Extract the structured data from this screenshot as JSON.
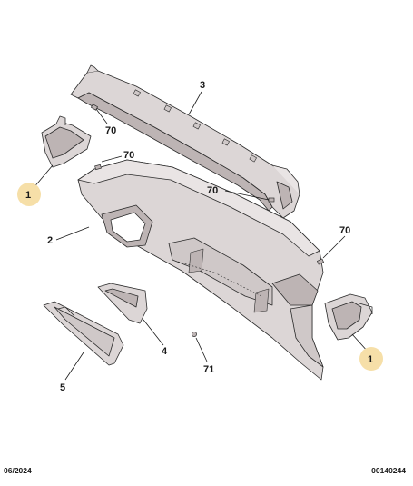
{
  "diagram": {
    "callouts": {
      "c1a": "1",
      "c1b": "1",
      "c2": "2",
      "c3": "3",
      "c4": "4",
      "c5": "5",
      "c70a": "70",
      "c70b": "70",
      "c70c": "70",
      "c70d": "70",
      "c71": "71"
    },
    "highlight_color": "#f6dfa8",
    "part_fill": "#dcd6d6",
    "part_fill_light": "#e9e4e4",
    "part_fill_dark": "#bdb4b4",
    "outline_color": "#2b2b2b"
  },
  "footer": {
    "date": "06/2024",
    "reference": "00140244"
  }
}
